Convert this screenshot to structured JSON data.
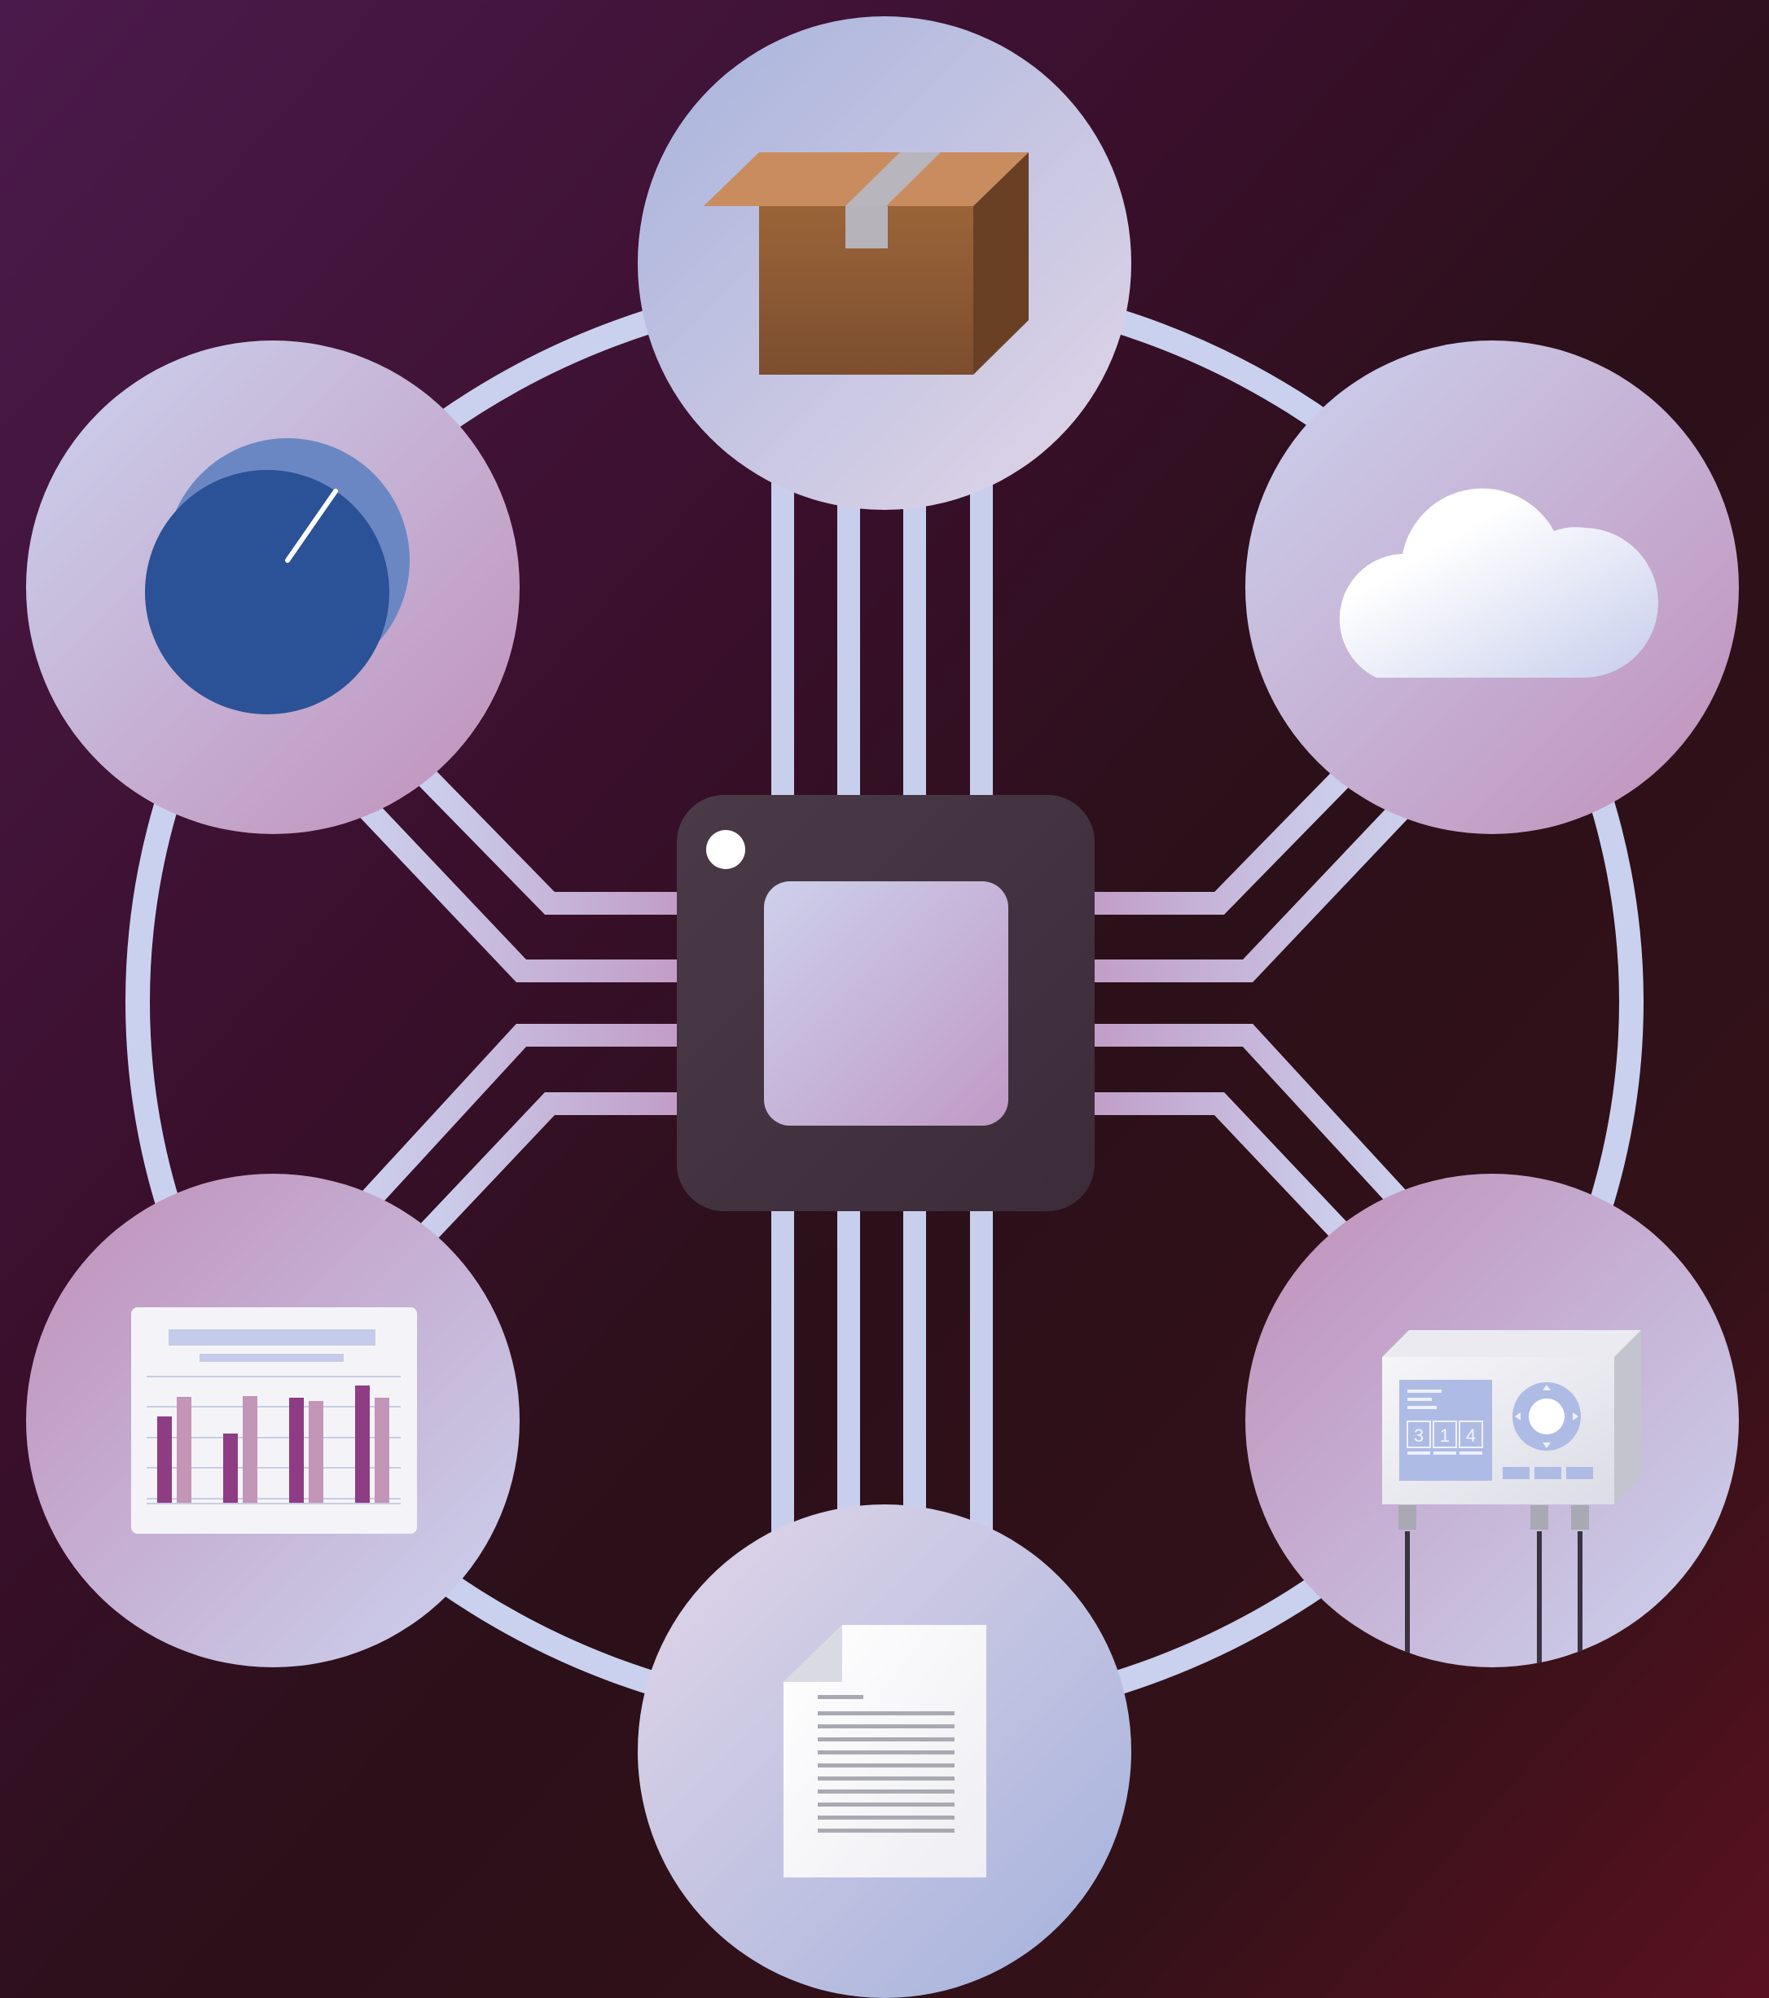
{
  "colors": {
    "accent": "#c9d1ee",
    "chip": "#443542",
    "bar_purple": "#8e3d84",
    "bar_mauve": "#c395b7",
    "dial": "#2b5196",
    "box_brown": "#97633c"
  },
  "nodes": [
    {
      "id": "package",
      "icon": "package-box-icon"
    },
    {
      "id": "cloud",
      "icon": "cloud-icon"
    },
    {
      "id": "controller",
      "icon": "controller-device-icon"
    },
    {
      "id": "document",
      "icon": "document-icon"
    },
    {
      "id": "report",
      "icon": "bar-chart-report-icon"
    },
    {
      "id": "gauge",
      "icon": "dial-gauge-icon"
    }
  ],
  "center": {
    "icon": "processor-chip-icon"
  },
  "device_display": {
    "digits": [
      "3",
      "1",
      "4"
    ]
  }
}
